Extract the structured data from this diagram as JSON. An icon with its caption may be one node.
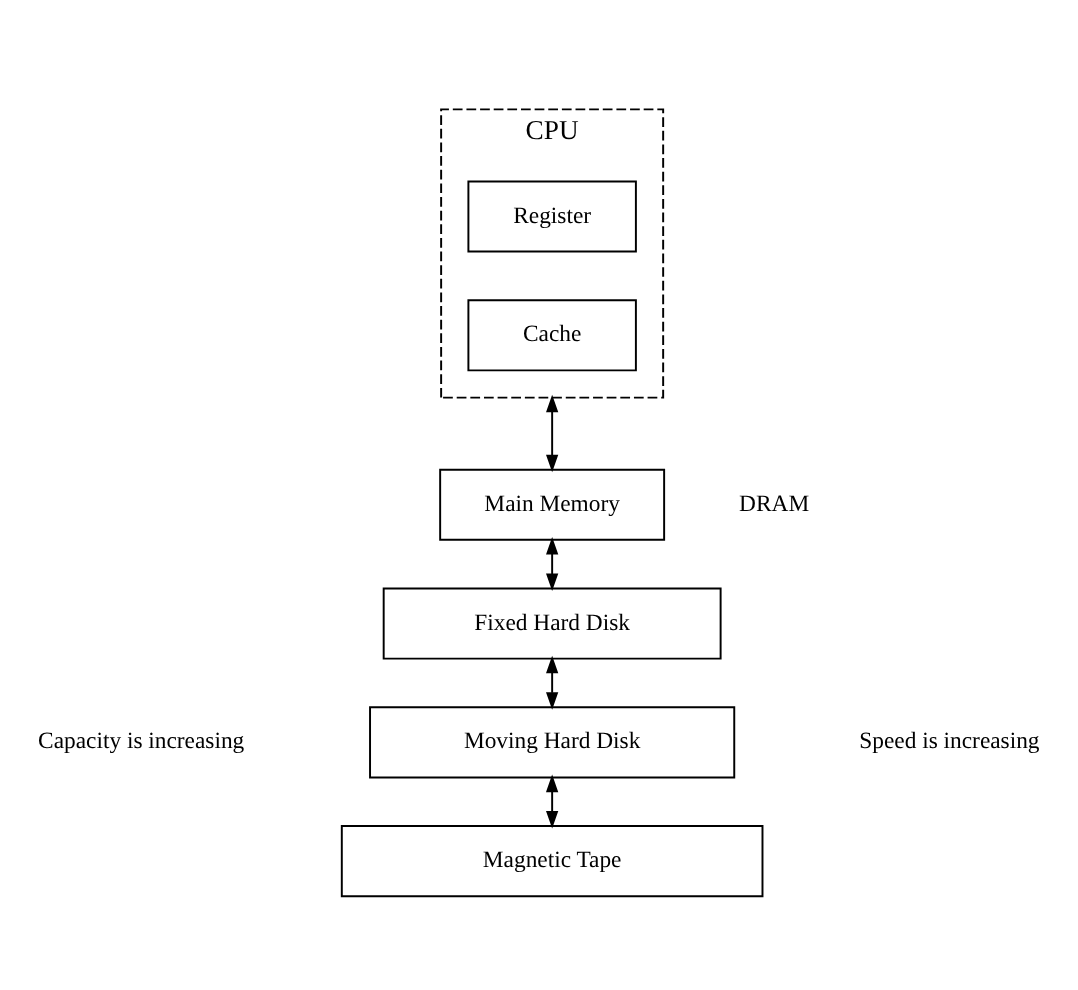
{
  "diagram": {
    "nodes": [
      {
        "text": [
          "CPU"
        ]
      },
      {
        "text": [
          "Register"
        ],
        "in": 0
      },
      {
        "text": [
          "Cache"
        ],
        "in": 0
      },
      {
        "text": [
          "Main Memory"
        ],
        "beside": [
          "DRAM"
        ]
      },
      {
        "text": [
          "Fixed Hard Disk"
        ]
      },
      {
        "text": [
          "Moving Hard Disk"
        ]
      },
      {
        "text": [
          "Magnetic Tape"
        ]
      }
    ],
    "edges": [
      {
        "from": 0,
        "to": 3,
        "arrow": "both"
      },
      {
        "from": 3,
        "to": 4,
        "arrow": "both"
      },
      {
        "from": 4,
        "to": 5,
        "arrow": "both"
      },
      {
        "from": 5,
        "to": 6,
        "arrow": "both"
      }
    ],
    "labels": [
      "Capacity is increasing",
      "Speed is increasing"
    ]
  }
}
